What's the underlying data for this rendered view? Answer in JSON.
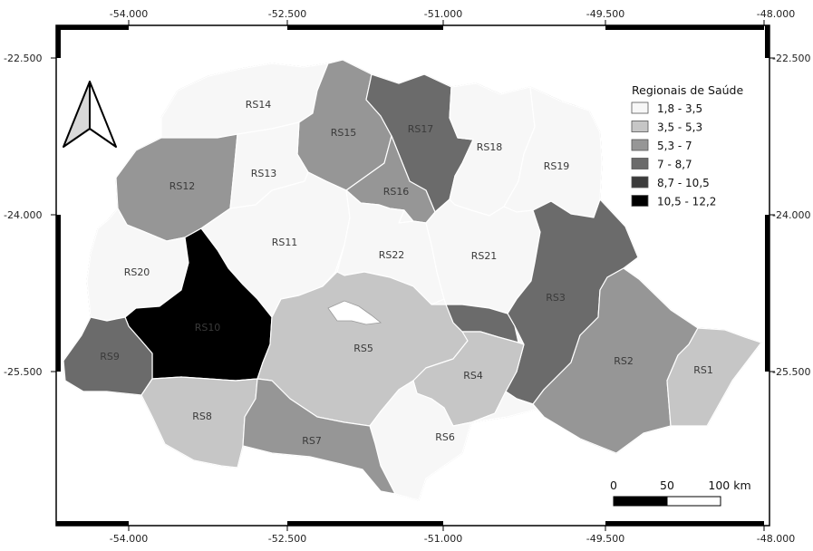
{
  "axes": {
    "x_ticks": [
      "-54.000",
      "-52.500",
      "-51.000",
      "-49.500",
      "-48.000"
    ],
    "y_ticks": [
      "-22.500",
      "-24.000",
      "-25.500"
    ]
  },
  "legend": {
    "title": "Regionais de Saúde",
    "classes": [
      {
        "label": "1,8 - 3,5",
        "color": "#f7f7f7"
      },
      {
        "label": "3,5 - 5,3",
        "color": "#c6c6c6"
      },
      {
        "label": "5,3 - 7",
        "color": "#969696"
      },
      {
        "label": "7 - 8,7",
        "color": "#6b6b6b"
      },
      {
        "label": "8,7 - 10,5",
        "color": "#3b3b3b"
      },
      {
        "label": "10,5 - 12,2",
        "color": "#000000"
      }
    ]
  },
  "scale_bar": {
    "labels": [
      "0",
      "50",
      "100 km"
    ]
  },
  "north_arrow": "north-arrow-icon",
  "regions": [
    {
      "id": "RS1",
      "class": 1
    },
    {
      "id": "RS2",
      "class": 2
    },
    {
      "id": "RS3",
      "class": 3
    },
    {
      "id": "RS4",
      "class": 1
    },
    {
      "id": "RS5",
      "class": 1
    },
    {
      "id": "RS6",
      "class": 0
    },
    {
      "id": "RS7",
      "class": 2
    },
    {
      "id": "RS8",
      "class": 1
    },
    {
      "id": "RS9",
      "class": 3
    },
    {
      "id": "RS10",
      "class": 5
    },
    {
      "id": "RS11",
      "class": 0
    },
    {
      "id": "RS12",
      "class": 2
    },
    {
      "id": "RS13",
      "class": 0
    },
    {
      "id": "RS14",
      "class": 0
    },
    {
      "id": "RS15",
      "class": 2
    },
    {
      "id": "RS16",
      "class": 2
    },
    {
      "id": "RS17",
      "class": 3
    },
    {
      "id": "RS18",
      "class": 0
    },
    {
      "id": "RS19",
      "class": 0
    },
    {
      "id": "RS20",
      "class": 0
    },
    {
      "id": "RS21",
      "class": 0
    },
    {
      "id": "RS22",
      "class": 0
    }
  ]
}
